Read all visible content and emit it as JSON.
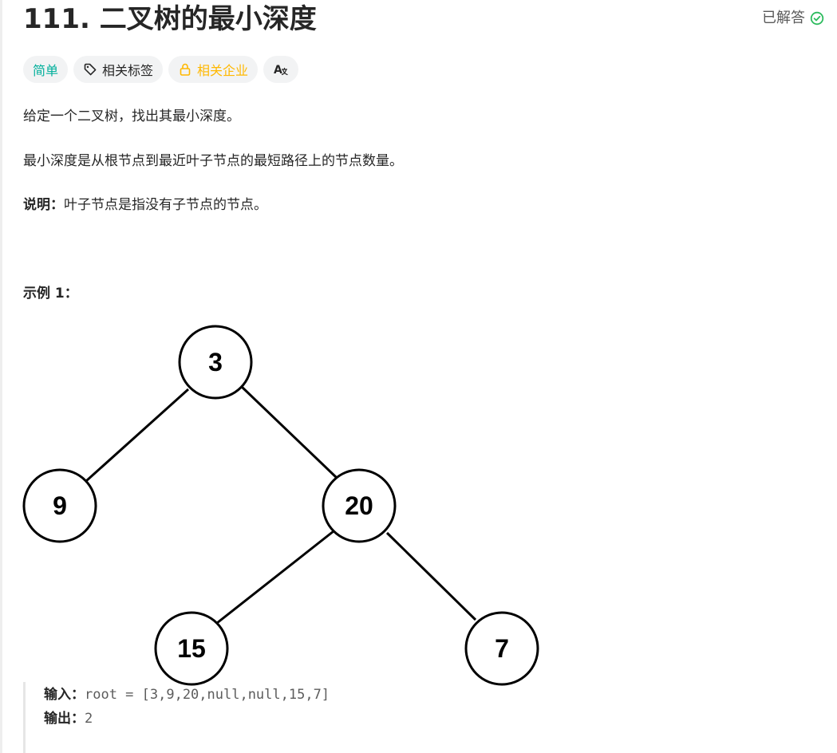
{
  "problem": {
    "title": "111. 二叉树的最小深度",
    "status": "已解答"
  },
  "tags": {
    "difficulty": "简单",
    "related_tags": "相关标签",
    "related_companies": "相关企业",
    "translate_glyph": "A"
  },
  "description": {
    "para1": "给定一个二叉树，找出其最小深度。",
    "para2": "最小深度是从根节点到最近叶子节点的最短路径上的节点数量。",
    "note_label": "说明：",
    "note_text": "叶子节点是指没有子节点的节点。"
  },
  "example": {
    "title": "示例 1：",
    "tree_nodes": [
      "3",
      "9",
      "20",
      "15",
      "7"
    ],
    "input_label": "输入：",
    "input_value": "root = [3,9,20,null,null,15,7]",
    "output_label": "输出：",
    "output_value": "2"
  },
  "colors": {
    "easy": "#00af9b",
    "company": "#ffb800",
    "solved": "#2cbb5d"
  }
}
